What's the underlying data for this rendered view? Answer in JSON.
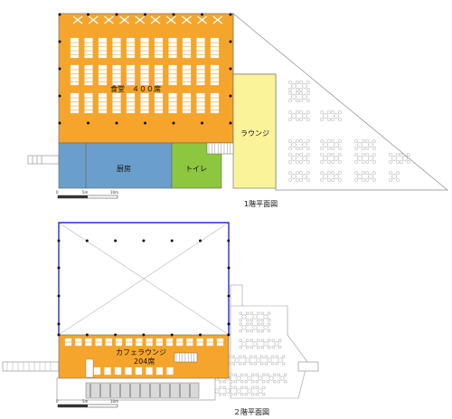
{
  "colors": {
    "dining": "#f5a52b",
    "kitchen": "#6a9fcc",
    "toilet": "#8dc63f",
    "lounge": "#fbf39a",
    "outline_blue": "#2a2adf",
    "line": "#777777"
  },
  "floor1": {
    "title": "1階平面図",
    "rooms": {
      "dining": "食堂　４００席",
      "kitchen": "厨房",
      "toilet": "トイレ",
      "lounge": "ラウンジ"
    },
    "scale": [
      "0",
      "5m",
      "10m"
    ]
  },
  "floor2": {
    "title": "２階平面図",
    "rooms": {
      "cafe": "カフェラウンジ",
      "seats": "204席"
    },
    "scale": [
      "0",
      "5m",
      "10m"
    ]
  }
}
